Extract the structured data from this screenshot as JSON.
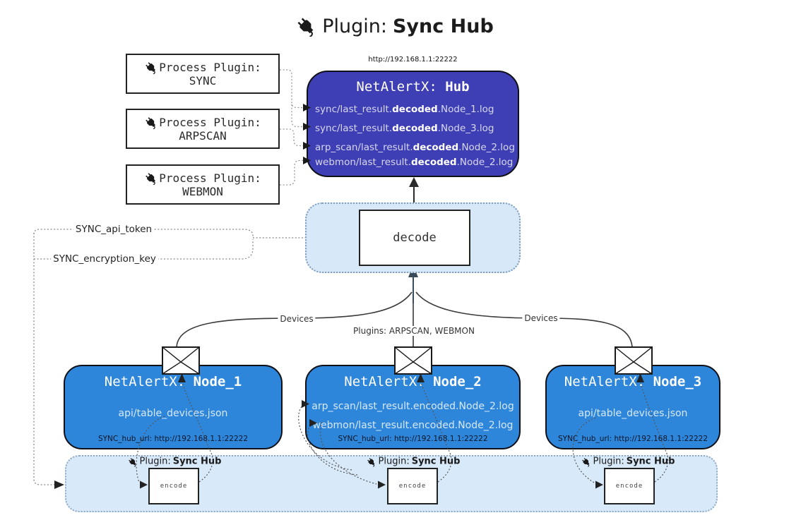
{
  "title": {
    "prefix": "Plugin: ",
    "name": "Sync Hub"
  },
  "process_plugins": [
    {
      "label": "Process Plugin:",
      "name": "SYNC"
    },
    {
      "label": "Process Plugin:",
      "name": "ARPSCAN"
    },
    {
      "label": "Process Plugin:",
      "name": "WEBMON"
    }
  ],
  "hub": {
    "url": "http://192.168.1.1:22222",
    "title_prefix": "NetAlertX: ",
    "title_name": "Hub",
    "logs": [
      {
        "pre": "sync/last_result.",
        "bold": "decoded",
        "post": ".Node_1.log"
      },
      {
        "pre": "sync/last_result.",
        "bold": "decoded",
        "post": ".Node_3.log"
      },
      {
        "pre": "arp_scan/last_result.",
        "bold": "decoded",
        "post": ".Node_2.log"
      },
      {
        "pre": "webmon/last_result.",
        "bold": "decoded",
        "post": ".Node_2.log"
      }
    ]
  },
  "decode": {
    "label": "decode"
  },
  "keys": {
    "api_token": "SYNC_api_token",
    "encryption_key": "SYNC_encryption_key"
  },
  "edge_labels": {
    "devices_left": "Devices",
    "plugins_middle": "Plugins: ARPSCAN, WEBMON",
    "devices_right": "Devices"
  },
  "nodes": [
    {
      "title_prefix": "NetAlertX: ",
      "title_name": "Node_1",
      "files": [
        "api/table_devices.json"
      ],
      "hub_url": "SYNC_hub_url: http://192.168.1.1:22222"
    },
    {
      "title_prefix": "NetAlertX: ",
      "title_name": "Node_2",
      "files": [
        "arp_scan/last_result.encoded.Node_2.log",
        "webmon/last_result.encoded.Node_2.log"
      ],
      "hub_url": "SYNC_hub_url: http://192.168.1.1:22222"
    },
    {
      "title_prefix": "NetAlertX: ",
      "title_name": "Node_3",
      "files": [
        "api/table_devices.json"
      ],
      "hub_url": "SYNC_hub_url: http://192.168.1.1:22222"
    }
  ],
  "encoders": [
    {
      "plugin_prefix": "Plugin: ",
      "plugin_name": "Sync Hub",
      "box_label": "encode"
    },
    {
      "plugin_prefix": "Plugin: ",
      "plugin_name": "Sync Hub",
      "box_label": "encode"
    },
    {
      "plugin_prefix": "Plugin: ",
      "plugin_name": "Sync Hub",
      "box_label": "encode"
    }
  ],
  "colors": {
    "hub_fill": "#3e3eb5",
    "node_fill": "#2e86db",
    "panel_fill": "#d7e8f9",
    "arrow_accent": "#3b4b5a",
    "line": "#3c3c3c"
  }
}
